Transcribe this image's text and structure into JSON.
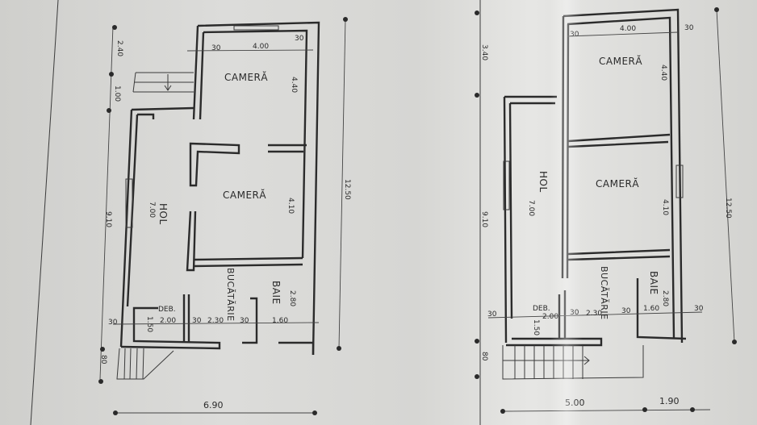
{
  "plans": [
    {
      "name": "left-plan",
      "rooms": {
        "room_top": "CAMERĂ",
        "room_mid": "CAMERĂ",
        "hall": "HOL",
        "kitchen": "BUCĂTĂRIE",
        "bath": "BAIE",
        "storage": "DEB."
      },
      "dims": {
        "top_width": "4.00",
        "top_room_height": "4.40",
        "mid_room_height": "4.10",
        "hall_length": "7.00",
        "bath_height": "2.80",
        "storage_width": "2.00",
        "kitchen_width": "2.30",
        "bath_width": "1.60",
        "storage_height": "1.50",
        "left_top": "2.40",
        "left_step": "1.00",
        "left_main": "9.10",
        "left_bottom": "80",
        "total_height": "12.50",
        "total_width": "6.90",
        "wall": "30"
      }
    },
    {
      "name": "right-plan",
      "rooms": {
        "room_top": "CAMERĂ",
        "room_mid": "CAMERĂ",
        "hall": "HOL",
        "kitchen": "BUCĂTĂRIE",
        "bath": "BAIE",
        "storage": "DEB."
      },
      "dims": {
        "top_width": "4.00",
        "top_room_height": "4.40",
        "mid_room_height": "4.10",
        "hall_length": "7.00",
        "bath_height": "2.80",
        "storage_width": "2.00",
        "kitchen_width": "2.30",
        "bath_width": "1.60",
        "storage_height": "1.50",
        "left_top": "3.40",
        "left_main": "9.10",
        "left_bottom": "80",
        "total_height": "12.50",
        "bottom_width_a": "5.00",
        "bottom_width_b": "1.90",
        "wall": "30"
      }
    }
  ]
}
